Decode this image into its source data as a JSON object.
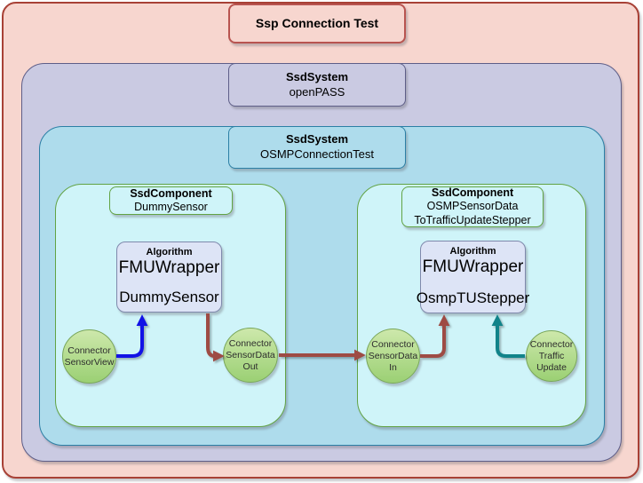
{
  "root": {
    "title": "Ssp Connection Test"
  },
  "system_openpass": {
    "type_label": "SsdSystem",
    "name": "openPASS"
  },
  "system_osmp": {
    "type_label": "SsdSystem",
    "name": "OSMPConnectionTest"
  },
  "component_dummy": {
    "type_label": "SsdComponent",
    "name": "DummySensor",
    "algorithm": {
      "type_label": "Algorithm",
      "class_name": "FMUWrapper",
      "instance_name": "DummySensor"
    }
  },
  "component_stepper": {
    "type_label": "SsdComponent",
    "name_line1": "OSMPSensorData",
    "name_line2": "ToTrafficUpdateStepper",
    "algorithm": {
      "type_label": "Algorithm",
      "class_name": "FMUWrapper",
      "instance_name": "OsmpTUStepper"
    }
  },
  "connectors": {
    "sensor_view": {
      "line1": "Connector",
      "line2": "SensorView"
    },
    "sensor_data_out": {
      "line1": "Connector",
      "line2": "SensorData",
      "line3": "Out"
    },
    "sensor_data_in": {
      "line1": "Connector",
      "line2": "SensorData",
      "line3": "In"
    },
    "traffic_update": {
      "line1": "Connector",
      "line2": "Traffic",
      "line3": "Update"
    }
  },
  "colors": {
    "outer_fill": "#f7d6cf",
    "outer_border": "#a84136",
    "title_red_border": "#b85450",
    "purple_fill": "#cacae2",
    "purple_border": "#5e5e88",
    "blue_fill": "#aedcec",
    "blue_border": "#2b7fa5",
    "component_fill": "#cff4f9",
    "component_border": "#62a344",
    "algo_fill": "#dde4f6",
    "algo_border": "#7f89ac",
    "ellipse_fill_top": "#cde8ab",
    "ellipse_fill_bottom": "#9bd074",
    "ellipse_border": "#79a65a",
    "arrow_blue": "#1212e6",
    "arrow_red": "#9e4b44",
    "arrow_teal": "#11838a"
  }
}
